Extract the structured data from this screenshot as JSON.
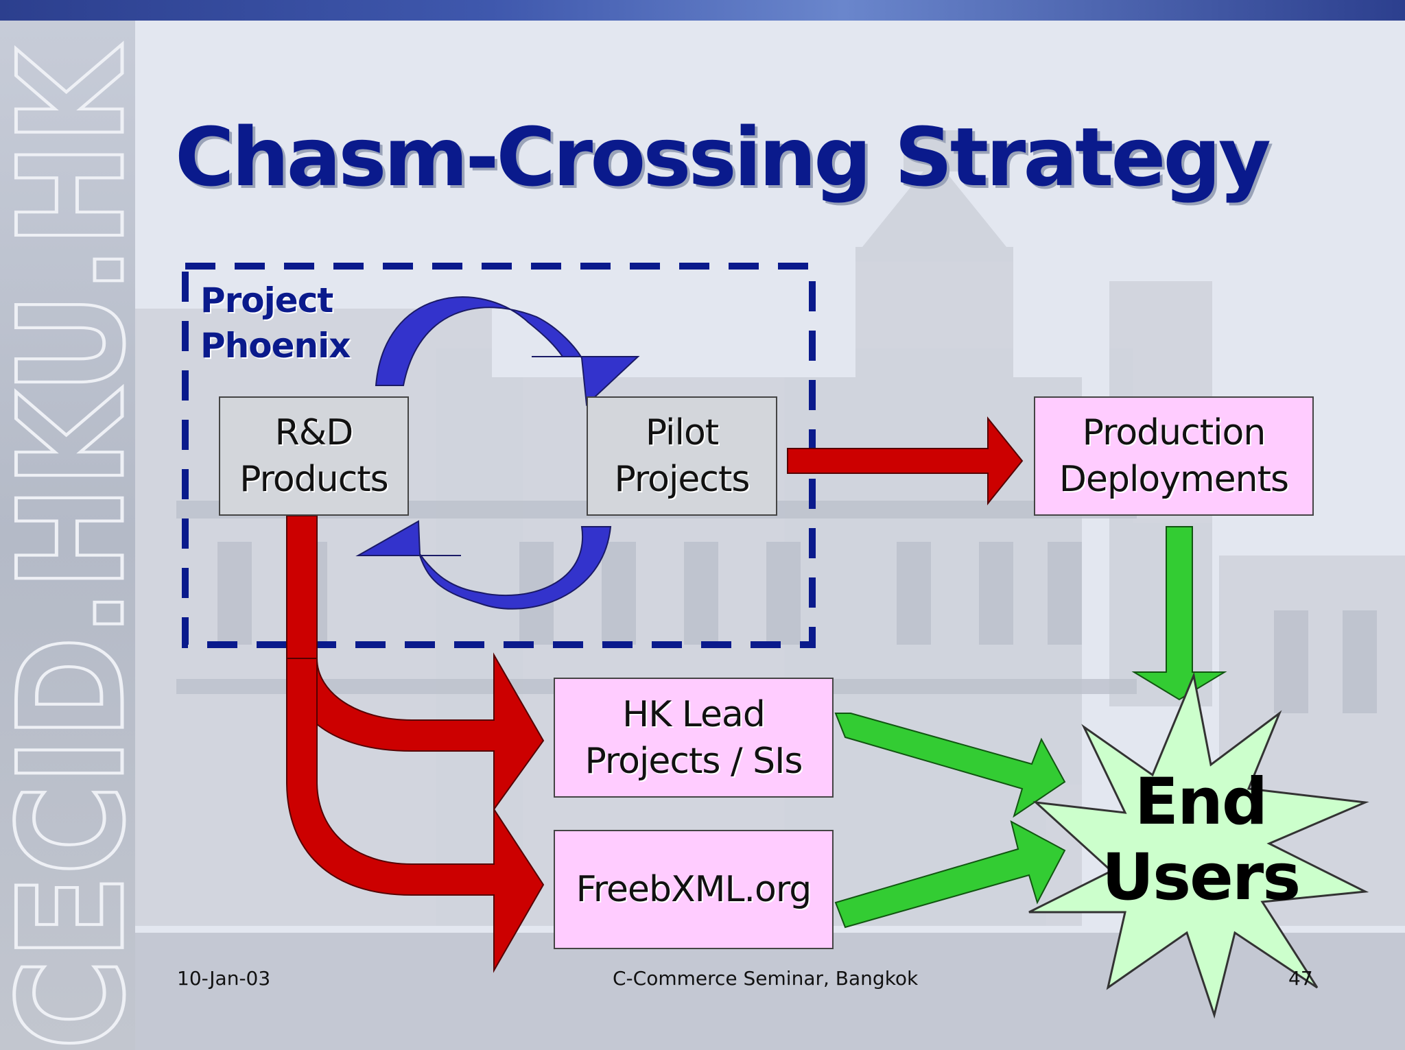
{
  "title": "Chasm-Crossing Strategy",
  "side_logo_text": "CECID.HKU.HK",
  "group": {
    "line1": "Project",
    "line2": "Phoenix"
  },
  "boxes": {
    "rd": {
      "line1": "R&D",
      "line2": "Products"
    },
    "pilot": {
      "line1": "Pilot",
      "line2": "Projects"
    },
    "production": {
      "line1": "Production",
      "line2": "Deployments"
    },
    "hklead": {
      "line1": "HK Lead",
      "line2": "Projects / SIs"
    },
    "freebxml": {
      "line1": "FreebXML.org"
    }
  },
  "end_users": {
    "line1": "End",
    "line2": "Users"
  },
  "footer": {
    "date": "10-Jan-03",
    "event": "C-Commerce Seminar, Bangkok",
    "page": "47"
  },
  "colors": {
    "title": "#0a1a8c",
    "red_arrow": "#cc0000",
    "green_arrow": "#33cc33",
    "blue_arrow": "#3333cc",
    "pink_box": "#ffccff",
    "gray_box": "#d3d6db",
    "starburst": "#ccffcc"
  }
}
